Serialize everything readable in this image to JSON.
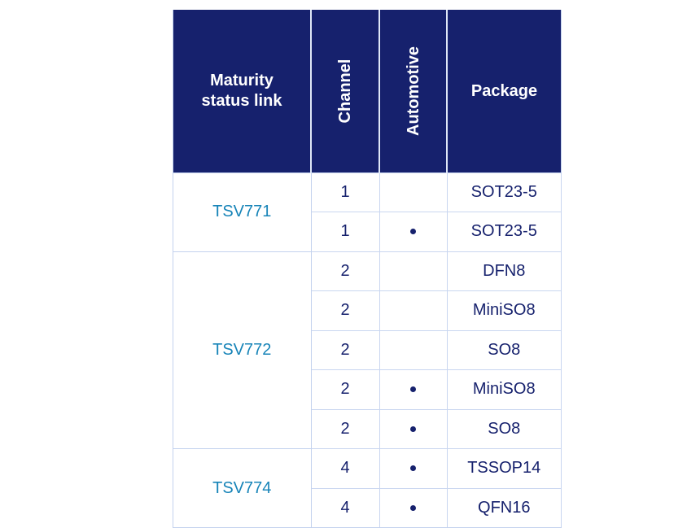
{
  "table": {
    "headers": {
      "maturity": "Maturity\nstatus link",
      "channel": "Channel",
      "automotive": "Automotive",
      "package": "Package"
    },
    "colors": {
      "header_background": "#16216d",
      "header_text": "#ffffff",
      "link_text": "#1784b8",
      "body_text": "#16216d",
      "grid_line": "#c9d6f0",
      "page_background": "#ffffff"
    },
    "groups": [
      {
        "product": "TSV771",
        "rowspan": 2,
        "rows": [
          {
            "channel": "1",
            "automotive": "",
            "package": "SOT23-5"
          },
          {
            "channel": "1",
            "automotive": "•",
            "package": "SOT23-5"
          }
        ]
      },
      {
        "product": "TSV772",
        "rowspan": 5,
        "rows": [
          {
            "channel": "2",
            "automotive": "",
            "package": "DFN8"
          },
          {
            "channel": "2",
            "automotive": "",
            "package": "MiniSO8"
          },
          {
            "channel": "2",
            "automotive": "",
            "package": "SO8"
          },
          {
            "channel": "2",
            "automotive": "•",
            "package": "MiniSO8"
          },
          {
            "channel": "2",
            "automotive": "•",
            "package": "SO8"
          }
        ]
      },
      {
        "product": "TSV774",
        "rowspan": 2,
        "rows": [
          {
            "channel": "4",
            "automotive": "•",
            "package": "TSSOP14"
          },
          {
            "channel": "4",
            "automotive": "•",
            "package": "QFN16"
          }
        ]
      }
    ]
  }
}
